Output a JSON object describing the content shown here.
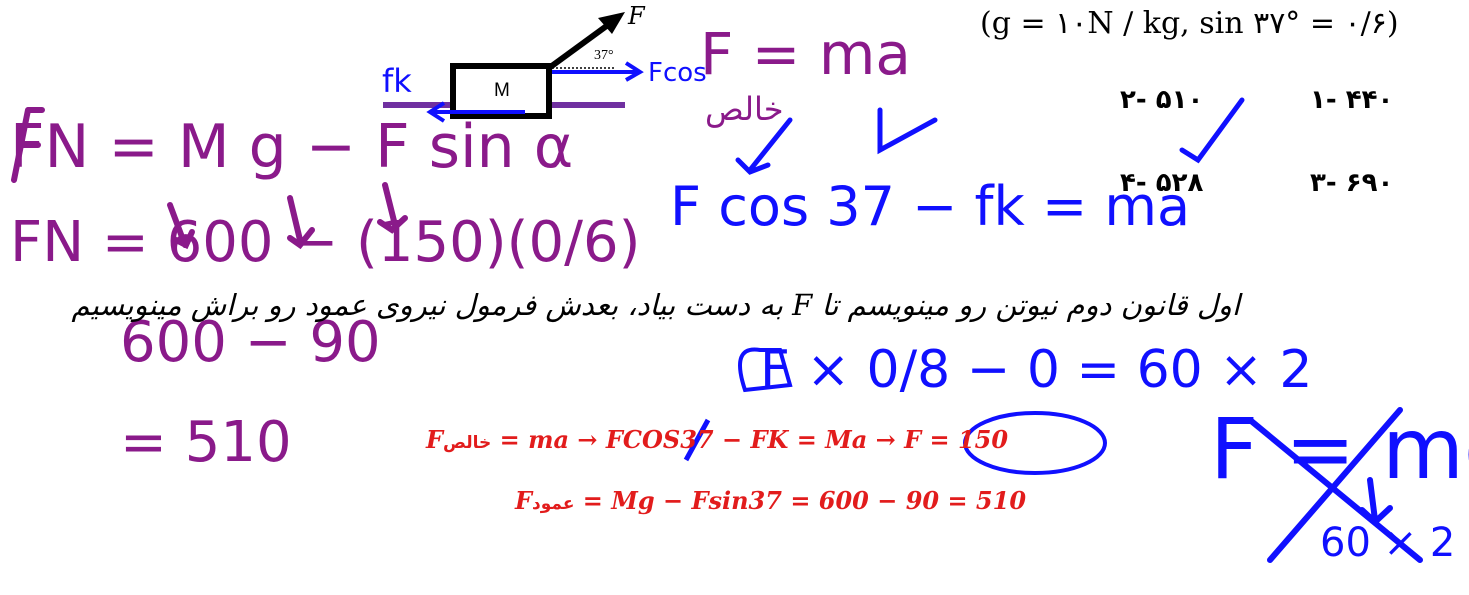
{
  "given": "(g = ۱۰N / kg, sin ۳۷° = ۰/۶)",
  "options": {
    "o1": "۴۴۰ -۱",
    "o2": "۵۱۰ -۲",
    "o3": "۶۹۰ -۳",
    "o4": "۵۲۸ -۴"
  },
  "diagram": {
    "force_label": "F",
    "angle_label": "37°",
    "mass_label": "M"
  },
  "note": "اول قانون دوم نیوتن رو مینویسم تا F به دست بیاد، بعدش فرمول نیروی عمود رو براش مینویسیم",
  "formula1": {
    "lhs": "F",
    "sub": "خالص",
    "rhs": " = ma → FCOS37 − FK = Ma → ",
    "answer": "F = 150"
  },
  "formula2": {
    "lhs": "F",
    "sub": "عمود",
    "rhs": " = Mg − Fsin37 = 600 − 90 = 510"
  },
  "handwriting": {
    "left1": "FN = M g − F sin α",
    "left2": "FN = 600 − (150)(0/6)",
    "left3": "600 − 90",
    "left4": "= 510",
    "center1": "F = ma",
    "center_word": "خالص",
    "center2": "F cos 37 − fk = ma",
    "center3": "F × 0/8 − 0 = 60 × 2",
    "right": "F = mg",
    "right_sub": "60 × 2",
    "fk": "fk",
    "fcos": "Fcos"
  },
  "colors": {
    "blue": "#1010ff",
    "purple": "#8a1a8a",
    "red": "#e21c1c",
    "floor": "#7030a0"
  }
}
